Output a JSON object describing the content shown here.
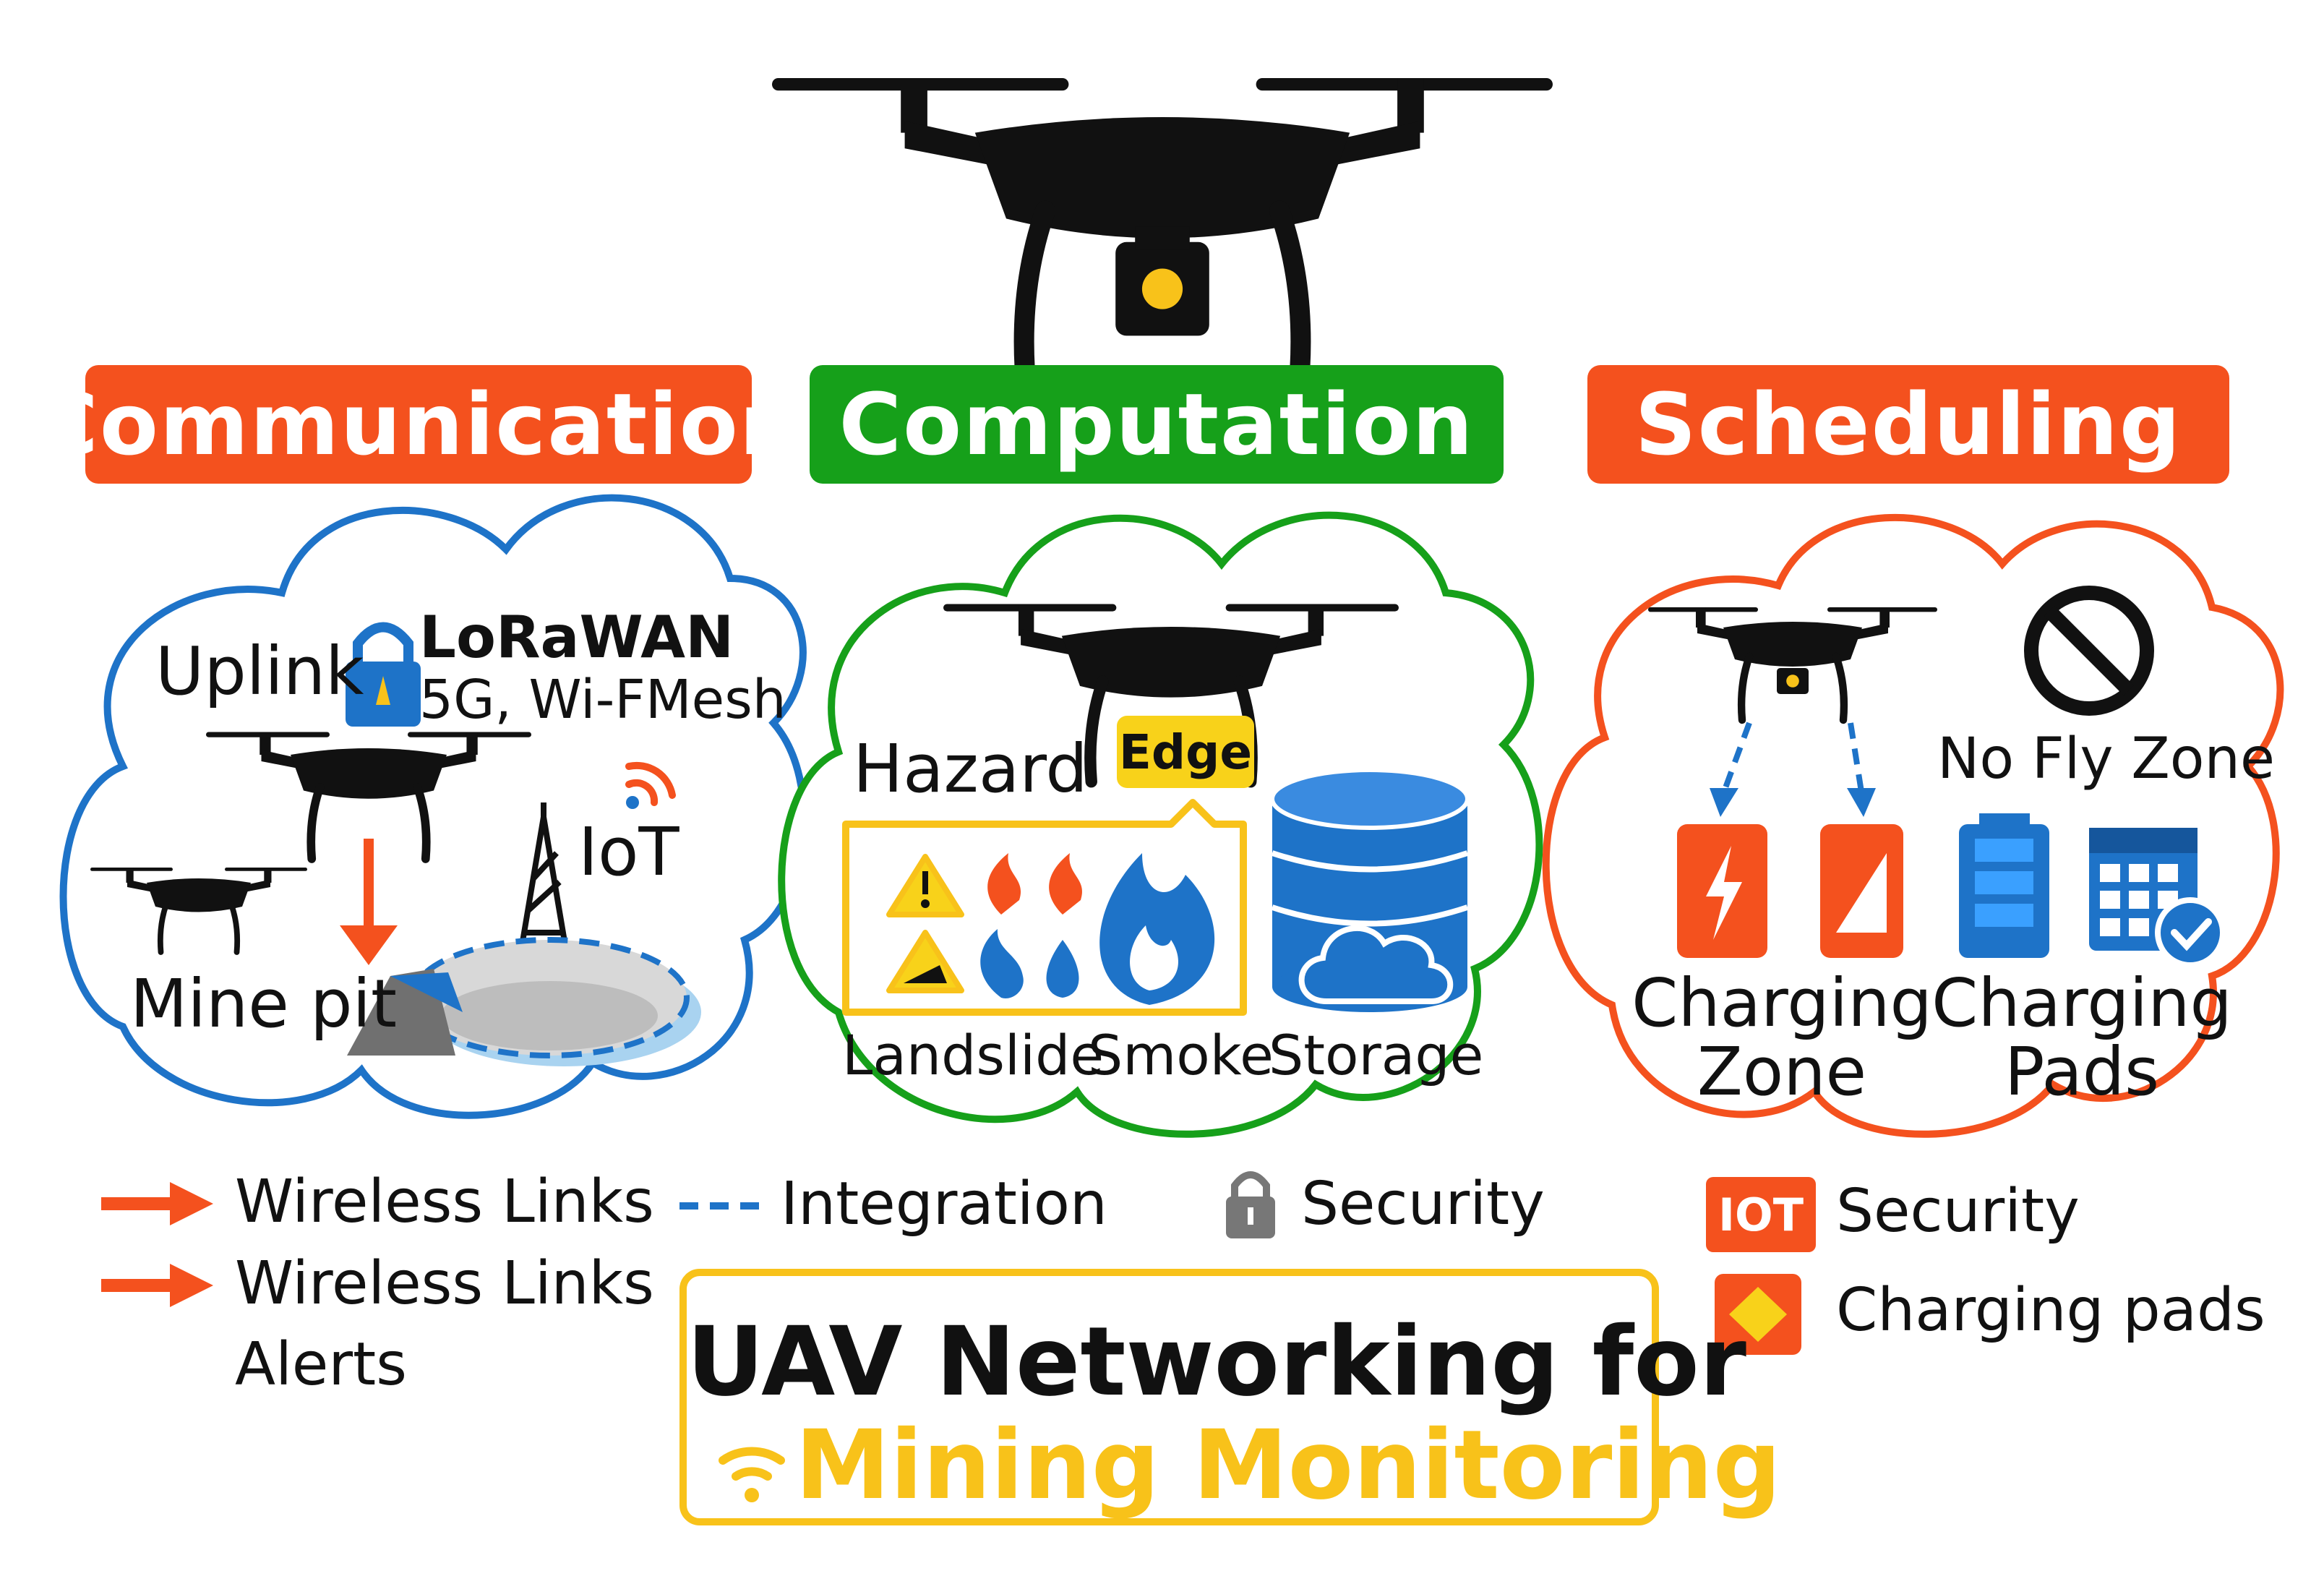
{
  "headers": {
    "communication": "Communication",
    "computation": "Computation",
    "scheduling": "Scheduling"
  },
  "communication": {
    "uplink": "Uplink",
    "lorawan": "LoRaWAN",
    "networks": "5G, Wi-FMesh",
    "iot": "IoT",
    "mine_pit": "Mine pit"
  },
  "computation": {
    "hazard": "Hazard",
    "edge": "Edge",
    "landslide": "Landslide",
    "smoke": "Smoke",
    "storage": "Storage"
  },
  "scheduling": {
    "no_fly_zone": "No Fly Zone",
    "charging_zone_1": "Charging",
    "charging_zone_2": "Zone",
    "charging_pads_1": "Charging",
    "charging_pads_2": "Pads"
  },
  "legend": {
    "wireless_links_1": "Wireless Links",
    "wireless_links_2": "Wireless Links",
    "alerts": "Alerts",
    "integration": "Integration",
    "security": "Security",
    "iot_badge": "IOT",
    "iot_security": "Security",
    "charging_pads": "Charging pads"
  },
  "title": {
    "line1": "UAV Networking for",
    "line2": "Mining Monitoring"
  },
  "colors": {
    "orange": "#f4511e",
    "green": "#16a01a",
    "blue": "#1e73c8",
    "yellow": "#f8c21a"
  }
}
